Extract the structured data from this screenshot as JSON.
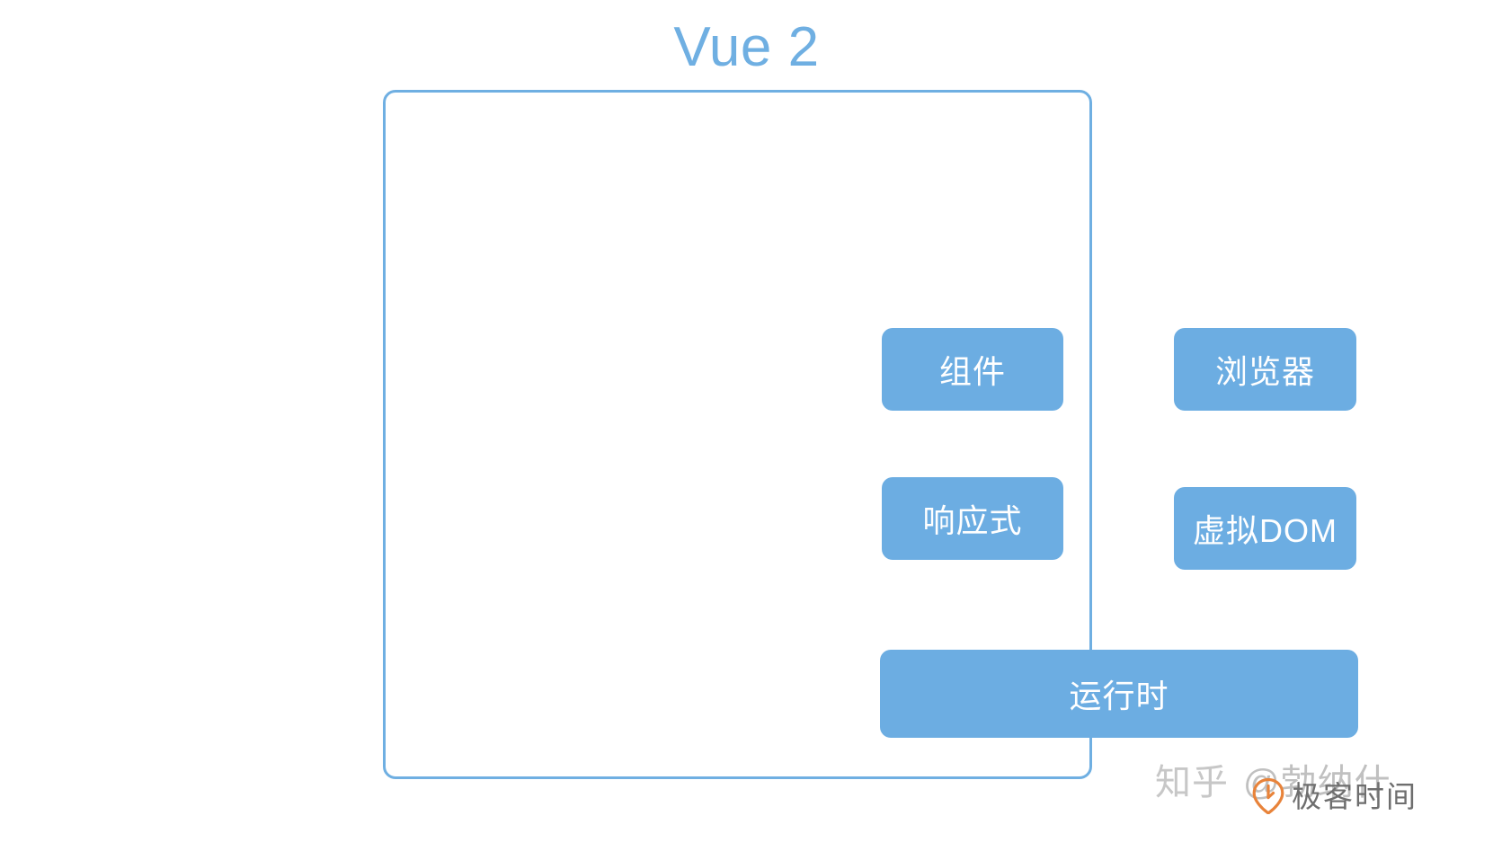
{
  "diagram": {
    "title": "Vue 2",
    "title_color": "#6FAFE2",
    "container_border_color": "#6FAFE2",
    "box_fill_color": "#6CADE2",
    "box_text_color": "#FFFFFF",
    "boxes": [
      {
        "id": "component",
        "label": "组件",
        "row": 1,
        "column": "left"
      },
      {
        "id": "browser",
        "label": "浏览器",
        "row": 1,
        "column": "right"
      },
      {
        "id": "reactive",
        "label": "响应式",
        "row": 2,
        "column": "left"
      },
      {
        "id": "virtualdom",
        "label": "虚拟DOM",
        "row": 2,
        "column": "right"
      },
      {
        "id": "runtime",
        "label": "运行时",
        "row": 3,
        "column": "full"
      }
    ]
  },
  "watermark": {
    "brand": "知乎",
    "user": "@勃纳什"
  },
  "logo": {
    "name": "极客时间",
    "mark_color": "#E8833A",
    "text_color": "#6E6E6E"
  }
}
